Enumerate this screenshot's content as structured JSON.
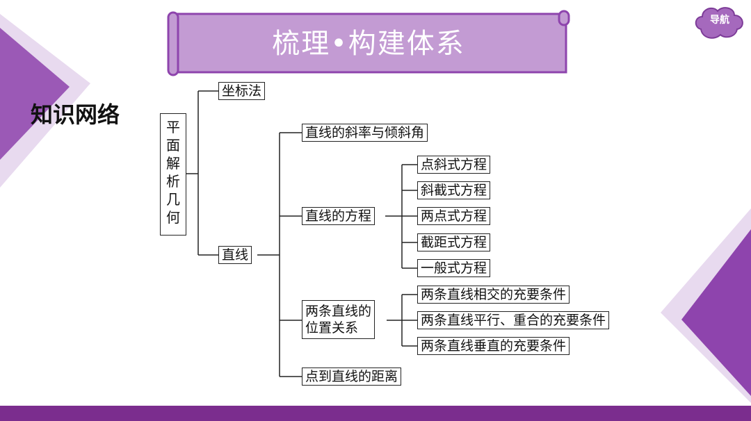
{
  "banner": {
    "title": "梳理•构建体系"
  },
  "nav": {
    "label": "导航"
  },
  "section": {
    "title": "知识网络"
  },
  "tree": {
    "root_chars": [
      "平",
      "面",
      "解",
      "析",
      "几",
      "何"
    ],
    "coordinate_method": "坐标法",
    "line": "直线",
    "slope": "直线的斜率与倾斜角",
    "equations": {
      "label": "直线的方程",
      "items": [
        "点斜式方程",
        "斜截式方程",
        "两点式方程",
        "截距式方程",
        "一般式方程"
      ]
    },
    "relations": {
      "label_line1": "两条直线的",
      "label_line2": "位置关系",
      "items": [
        "两条直线相交的充要条件",
        "两条直线平行、重合的充要条件",
        "两条直线垂直的充要条件"
      ]
    },
    "distance": "点到直线的距离"
  },
  "colors": {
    "banner_fill": "#c39bd3",
    "banner_border": "#8e44ad",
    "footer": "#7b2d8e",
    "decor_light": "#d7bde2",
    "decor_dark": "#9b59b6"
  }
}
